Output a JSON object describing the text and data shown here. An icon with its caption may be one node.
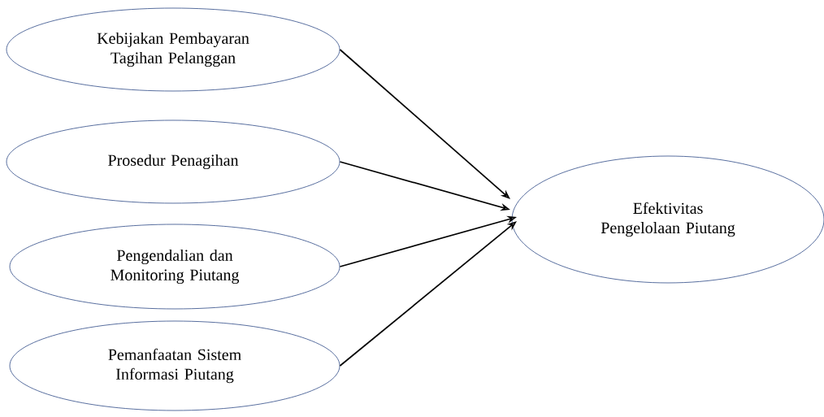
{
  "diagram": {
    "nodes": [
      {
        "text": [
          "Kebijakan Pembayaran Tagihan Pelanggan"
        ]
      },
      {
        "text": [
          "Prosedur Penagihan"
        ]
      },
      {
        "text": [
          "Pengendalian dan Monitoring Piutang"
        ]
      },
      {
        "text": [
          "Pemanfaatan Sistem Informasi Piutang"
        ]
      },
      {
        "text": [
          "Efektivitas Pengelolaan Piutang"
        ]
      }
    ],
    "edges": [
      {
        "from": 0,
        "to": 4,
        "arrow": "to"
      },
      {
        "from": 1,
        "to": 4,
        "arrow": "to"
      },
      {
        "from": 2,
        "to": 4,
        "arrow": "to"
      },
      {
        "from": 3,
        "to": 4,
        "arrow": "to"
      }
    ]
  }
}
